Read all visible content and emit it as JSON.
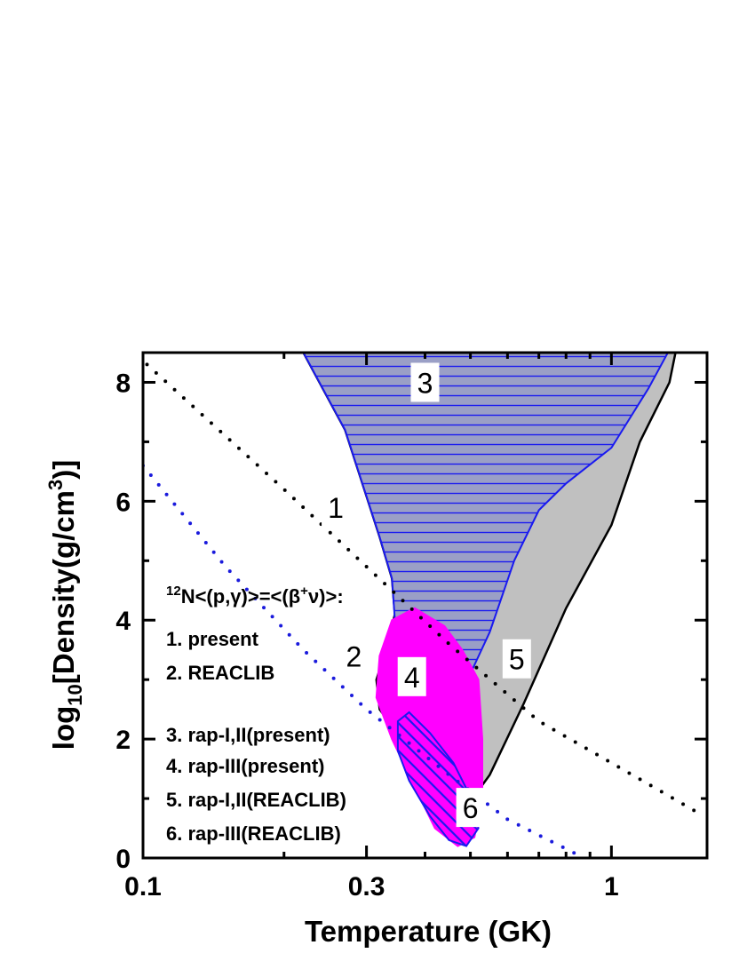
{
  "chart_data": {
    "type": "area",
    "xlabel": "Temperature (GK)",
    "ylabel_parts": {
      "pre": "log",
      "sub": "10",
      "mid": "[Density(g/cm",
      "sup": "3",
      "post": ")]"
    },
    "xscale": "log",
    "xlim": [
      0.1,
      1.6
    ],
    "ylim": [
      0,
      8.5
    ],
    "x_ticks": [
      0.1,
      0.3,
      1
    ],
    "x_tick_labels": [
      "0.1",
      "0.3",
      "1"
    ],
    "y_ticks": [
      0,
      2,
      4,
      6,
      8
    ],
    "y_tick_labels": [
      "0",
      "2",
      "4",
      "6",
      "8"
    ],
    "grid": false,
    "legend": {
      "placement": "lower-left",
      "title_parts": {
        "sup": "12",
        "text": "N<(p,γ)>=<(β",
        "sup2": "+",
        "text2": "ν)>:"
      },
      "entries": [
        "1. present",
        "2. REACLIB",
        "3. rap-I,II(present)",
        "4. rap-III(present)",
        "5. rap-I,II(REACLIB)",
        "6. rap-III(REACLIB)"
      ]
    },
    "lines": [
      {
        "id": "1",
        "label": "1",
        "style": "dotted",
        "color": "#000000",
        "points": [
          [
            0.102,
            8.3
          ],
          [
            0.2,
            6.2
          ],
          [
            0.3,
            4.9
          ],
          [
            0.45,
            3.6
          ],
          [
            0.7,
            2.3
          ],
          [
            1.0,
            1.6
          ],
          [
            1.5,
            0.8
          ]
        ]
      },
      {
        "id": "2",
        "label": "2",
        "style": "dotted",
        "color": "#1a1adc",
        "points": [
          [
            0.1,
            6.6
          ],
          [
            0.15,
            4.9
          ],
          [
            0.22,
            3.5
          ],
          [
            0.3,
            2.5
          ],
          [
            0.45,
            1.4
          ],
          [
            0.6,
            0.65
          ],
          [
            0.85,
            0.05
          ]
        ]
      }
    ],
    "regions": [
      {
        "id": "5",
        "label": "5",
        "fill": "#c0c0c0",
        "outline": "#000000",
        "hatch": false,
        "boundary": [
          [
            0.22,
            8.5
          ],
          [
            0.27,
            7.2
          ],
          [
            0.32,
            5.4
          ],
          [
            0.34,
            4.7
          ],
          [
            0.345,
            4.1
          ],
          [
            0.33,
            3.5
          ],
          [
            0.315,
            3.0
          ],
          [
            0.32,
            2.5
          ],
          [
            0.345,
            2.15
          ],
          [
            0.36,
            2.0
          ],
          [
            0.4,
            1.55
          ],
          [
            0.44,
            1.2
          ],
          [
            0.5,
            0.95
          ],
          [
            0.55,
            1.4
          ],
          [
            0.65,
            2.6
          ],
          [
            0.8,
            4.2
          ],
          [
            1.0,
            5.6
          ],
          [
            1.15,
            7.0
          ],
          [
            1.33,
            8.0
          ],
          [
            1.37,
            8.5
          ]
        ]
      },
      {
        "id": "3",
        "label": "3",
        "fill": "#9a9fc6",
        "outline": "#1a1af0",
        "hatch": "horizontal",
        "boundary": [
          [
            0.22,
            8.5
          ],
          [
            0.27,
            7.2
          ],
          [
            0.32,
            5.4
          ],
          [
            0.34,
            4.7
          ],
          [
            0.345,
            4.0
          ],
          [
            0.36,
            3.5
          ],
          [
            0.4,
            3.15
          ],
          [
            0.47,
            2.95
          ],
          [
            0.5,
            3.1
          ],
          [
            0.55,
            3.8
          ],
          [
            0.62,
            5.0
          ],
          [
            0.7,
            5.85
          ],
          [
            0.8,
            6.3
          ],
          [
            1.0,
            6.9
          ],
          [
            1.2,
            7.9
          ],
          [
            1.32,
            8.5
          ]
        ]
      },
      {
        "id": "4",
        "label": "4",
        "fill": "#ff00ff",
        "outline": "#ff00ff",
        "hatch": false,
        "boundary": [
          [
            0.34,
            4.0
          ],
          [
            0.38,
            4.2
          ],
          [
            0.44,
            3.9
          ],
          [
            0.48,
            3.5
          ],
          [
            0.52,
            3.0
          ],
          [
            0.53,
            2.0
          ],
          [
            0.53,
            1.0
          ],
          [
            0.51,
            0.35
          ],
          [
            0.47,
            0.2
          ],
          [
            0.42,
            0.5
          ],
          [
            0.38,
            1.2
          ],
          [
            0.34,
            2.0
          ],
          [
            0.315,
            2.7
          ],
          [
            0.32,
            3.4
          ]
        ]
      },
      {
        "id": "6",
        "label": "6",
        "fill": "#ff00ff",
        "outline": "#1a1af0",
        "hatch": "diagonal",
        "boundary": [
          [
            0.35,
            2.3
          ],
          [
            0.37,
            2.45
          ],
          [
            0.41,
            2.1
          ],
          [
            0.46,
            1.6
          ],
          [
            0.51,
            0.9
          ],
          [
            0.52,
            0.5
          ],
          [
            0.49,
            0.2
          ],
          [
            0.45,
            0.3
          ],
          [
            0.41,
            0.7
          ],
          [
            0.37,
            1.3
          ],
          [
            0.35,
            1.8
          ]
        ]
      }
    ]
  }
}
